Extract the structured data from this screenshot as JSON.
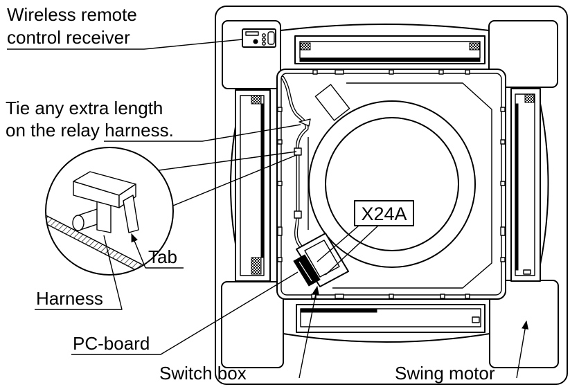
{
  "labels": {
    "receiver_line1": "Wireless remote",
    "receiver_line2": "control receiver",
    "tie_line1": "Tie any extra length",
    "tie_line2": "on the relay harness.",
    "tab": "Tab",
    "harness": "Harness",
    "pc_board": "PC-board",
    "switch_box": "Switch box",
    "swing_motor": "Swing motor",
    "connector": "X24A"
  },
  "colors": {
    "line": "#000000",
    "background": "#ffffff"
  }
}
